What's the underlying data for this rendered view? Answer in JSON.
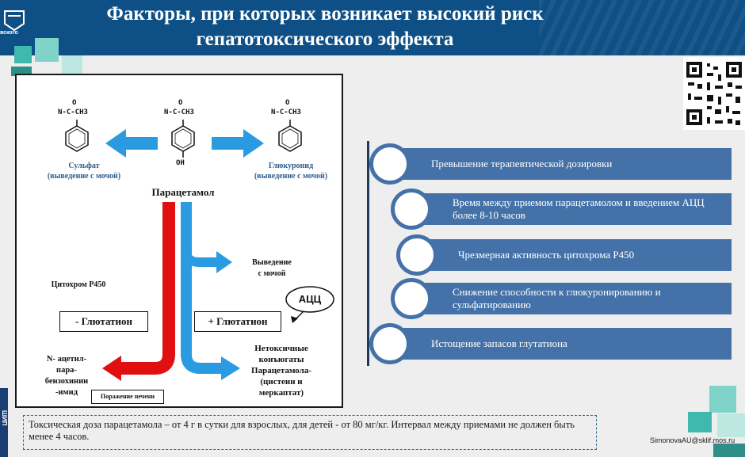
{
  "header": {
    "logo_text": "вского",
    "title_line1": "Факторы, при которых возникает высокий риск",
    "title_line2": "гепатотоксического эффекта"
  },
  "diagram": {
    "left_group": "N-C-CH3",
    "left_o": "O",
    "center_group": "N-C-CH3",
    "center_o": "O",
    "center_oh": "OH",
    "right_group": "N-C-CH3",
    "right_o": "O",
    "sulfate_label": "Сульфат\n(выведение с мочой)",
    "glucuronide_label": "Глюкуронид\n(выведение с мочой)",
    "paracetamol_label": "Парацетамол",
    "excretion_label": "Выведение\nс мочой",
    "cytochrome_label": "Цитохром Р450",
    "acc_label": "АЦЦ",
    "minus_glutathione": "- Глютатион",
    "plus_glutathione": "+ Глютатион",
    "napqi_label": "N- ацетил-\nпара-\nбензохинин\n-имид",
    "liver_damage_label": "Поражение печени",
    "conjugates_label": "Нетоксичные\nконъюгаты\nПарацетамола-\n(цистеин и\nмеркаптат)"
  },
  "risk_factors": [
    "Превышение терапевтической дозировки",
    "Время между приемом парацетамолом и введением АЦЦ более 8-10 часов",
    "Чрезмерная активность цитохрома Р450",
    "Снижение способности к глюкуронированию и сульфатированию",
    "Истощение запасов глутатиона"
  ],
  "note": "Токсическая доза парацетамола – от 4 г в сутки для взрослых, для детей  - от 80 мг/кг. Интервал между приемами не должен быть менее 4 часов.",
  "email": "SimonovaAU@sklif.mos.ru",
  "side_text": "ШИП",
  "colors": {
    "header": "#0e4f86",
    "bar": "#4472a8",
    "teal": "#3fb8ae",
    "red_arrow": "#e01010",
    "blue_arrow": "#2a9be0"
  }
}
